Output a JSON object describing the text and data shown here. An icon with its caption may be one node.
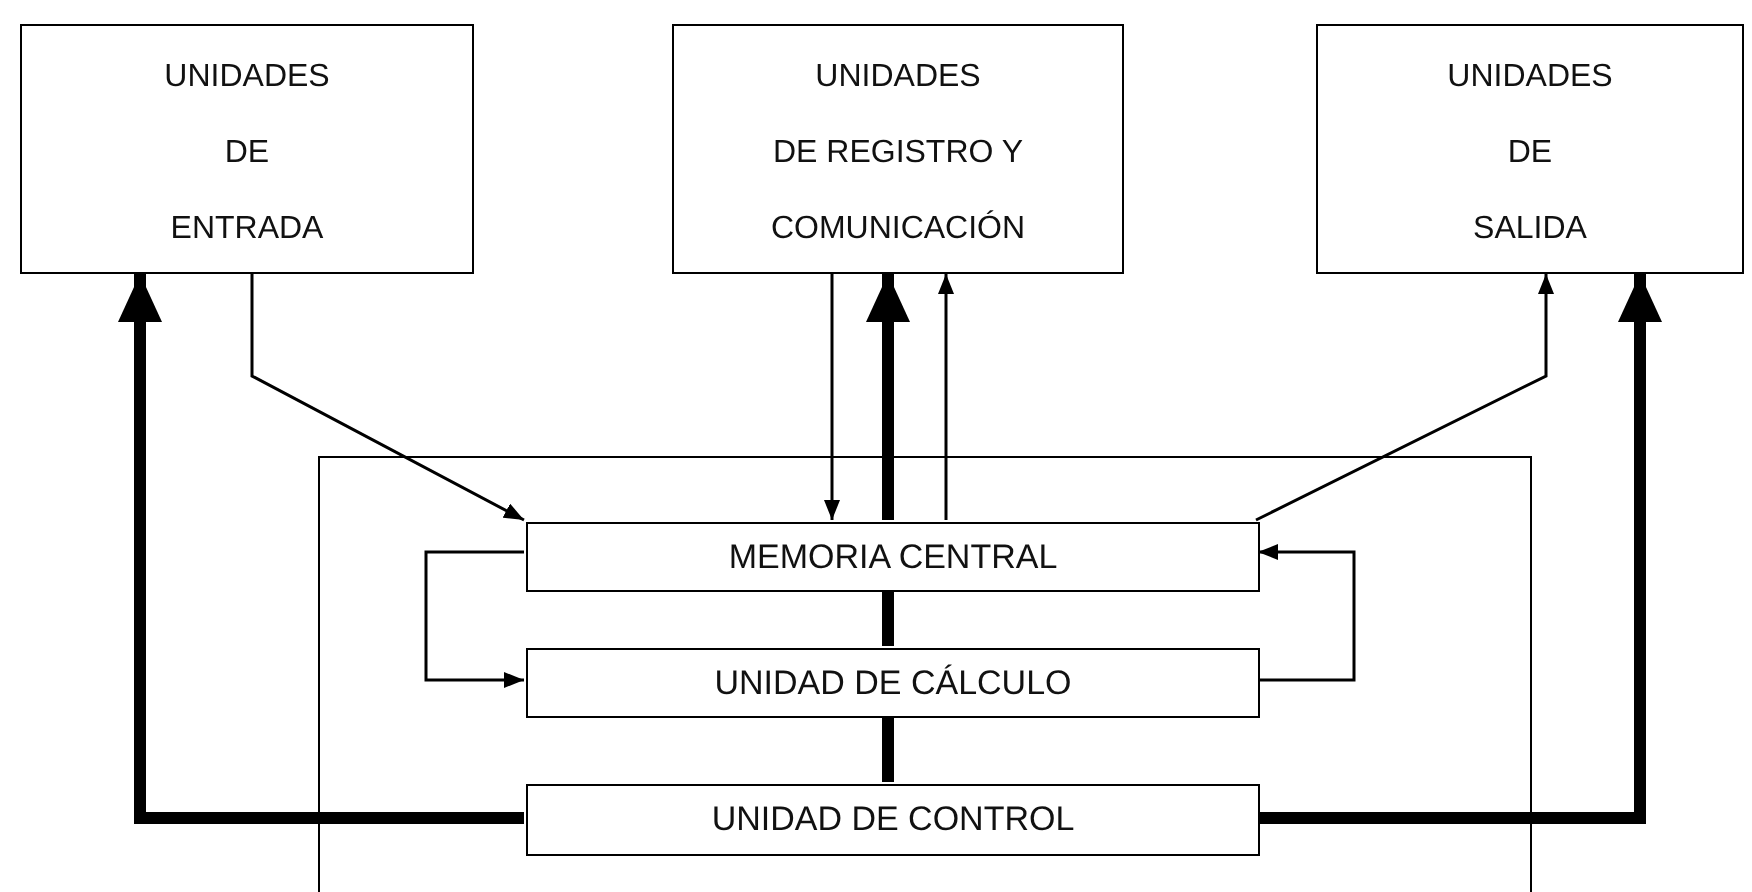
{
  "diagram": {
    "nodes": [
      {
        "text": [
          "UNIDADES",
          "DE",
          "ENTRADA"
        ]
      },
      {
        "text": [
          "UNIDADES",
          "DE REGISTRO Y",
          "COMUNICACIÓN"
        ]
      },
      {
        "text": [
          "UNIDADES",
          "DE",
          "SALIDA"
        ]
      },
      {
        "text": [],
        "shape": "box"
      },
      {
        "text": [
          "MEMORIA CENTRAL"
        ],
        "in": 3
      },
      {
        "text": [
          "UNIDAD DE CÁLCULO"
        ],
        "in": 3
      },
      {
        "text": [
          "UNIDAD DE CONTROL"
        ],
        "in": 3
      }
    ],
    "edges": [
      {
        "from": 0,
        "to": 4,
        "arrow": "to"
      },
      {
        "from": 1,
        "to": 4,
        "arrow": "to"
      },
      {
        "from": 4,
        "to": 1,
        "arrow": "to"
      },
      {
        "from": 4,
        "to": 2,
        "arrow": "to"
      },
      {
        "from": 6,
        "to": 5,
        "arrow": "none",
        "style": "thick"
      },
      {
        "from": 5,
        "to": 4,
        "arrow": "none",
        "style": "thick"
      },
      {
        "from": 4,
        "to": 1,
        "arrow": "to",
        "style": "thick"
      },
      {
        "from": 6,
        "to": 0,
        "arrow": "to",
        "style": "thick"
      },
      {
        "from": 6,
        "to": 2,
        "arrow": "to",
        "style": "thick"
      },
      {
        "from": 4,
        "to": 5,
        "arrow": "to"
      },
      {
        "from": 5,
        "to": 4,
        "arrow": "to"
      }
    ]
  }
}
